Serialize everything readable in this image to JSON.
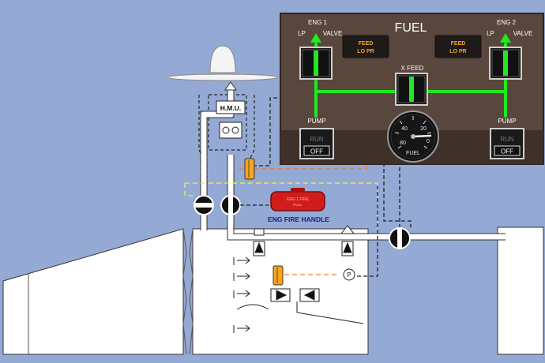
{
  "panel": {
    "title": "FUEL",
    "eng1": {
      "heading": "ENG 1",
      "lp": "LP",
      "valve": "VALVE"
    },
    "eng2": {
      "heading": "ENG 2",
      "lp": "LP",
      "valve": "VALVE"
    },
    "feed_left": {
      "line1": "FEED",
      "line2": "LO PR"
    },
    "feed_right": {
      "line1": "FEED",
      "line2": "LO PR"
    },
    "xfeed": "X FEED",
    "pump_left": {
      "label": "PUMP",
      "run": "RUN",
      "off": "OFF"
    },
    "pump_right": {
      "label": "PUMP",
      "run": "RUN",
      "off": "OFF"
    },
    "gauge": {
      "t40": "40",
      "t20": "20",
      "t80": "80",
      "t0": "0",
      "label": "FUEL"
    }
  },
  "hmu": "H.M.U.",
  "fire_handle": {
    "label": "ENG FIRE HANDLE",
    "line1": "ENG 1 FIRE",
    "line2": "PULL"
  },
  "colors": {
    "background": "#94a9d4",
    "panel": "#59463c",
    "green_line": "#22e822",
    "amber": "#f7a51e",
    "fire_red": "#d21c1c",
    "orange_dash": "#f07c28",
    "yellow_dash": "#f3ee4a"
  },
  "icons": [
    "arrow-up-icon",
    "arrow-right-icon",
    "arrow-left-icon",
    "pressure-switch-icon",
    "propeller-icon"
  ]
}
